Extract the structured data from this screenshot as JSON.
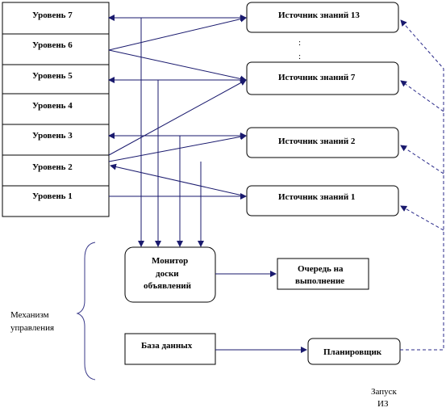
{
  "levels": [
    "Уровень 7",
    "Уровень 6",
    "Уровень 5",
    "Уровень 4",
    "Уровень 3",
    "Уровень 2",
    "Уровень 1"
  ],
  "sources": {
    "s13": "Источник знаний 13",
    "s7": "Источник знаний 7",
    "s2": "Источник знаний 2",
    "s1": "Источник знаний 1",
    "ellipsis": ":"
  },
  "monitor": [
    "Монитор",
    "доски",
    "объявлений"
  ],
  "queue": [
    "Очередь на",
    "выполнение"
  ],
  "database": "База данных",
  "scheduler": "Планировщик",
  "control": [
    "Механизм",
    "управления"
  ],
  "launch": [
    "Запуск",
    "ИЗ"
  ],
  "colors": {
    "line": "#1a1a6e",
    "dashed": "#2a2a8a",
    "box": "#000000"
  }
}
